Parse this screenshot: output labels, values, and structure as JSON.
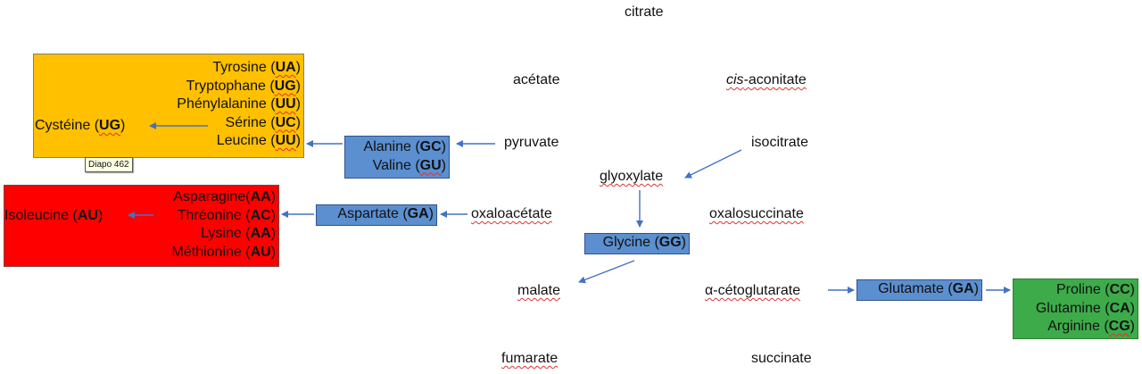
{
  "cycle": {
    "citrate": "citrate",
    "acetate": "acétate",
    "cis_prefix": "cis",
    "cis_aconitate_rest": "-aconitate",
    "pyruvate": "pyruvate",
    "isocitrate": "isocitrate",
    "glyoxylate": "glyoxylate",
    "oxaloacetate": "oxaloacétate",
    "oxalosuccinate": "oxalosuccinate",
    "malate": "malate",
    "alpha_ketoglutarate": "α-cétoglutarate",
    "fumarate": "fumarate",
    "succinate": "succinate"
  },
  "boxes": {
    "orange": {
      "color": "#ffc000",
      "lines": [
        {
          "name": "Tyrosine (",
          "code": "UA"
        },
        {
          "name": "Tryptophane (",
          "code": "UG"
        },
        {
          "name": "Phénylalanine (",
          "code": "UU"
        },
        {
          "name": "Sérine (",
          "code": "UC"
        },
        {
          "name": "Leucine (",
          "code": "UU"
        }
      ],
      "side": {
        "name": "Cystéine (",
        "code": "UG"
      }
    },
    "red": {
      "color": "#ff0000",
      "lines": [
        {
          "name": "Asparagine(",
          "code": "AA"
        },
        {
          "name": "Thréonine (",
          "code": "AC"
        },
        {
          "name": "Lysine (",
          "code": "AA"
        },
        {
          "name": "Méthionine (",
          "code": "AU"
        }
      ],
      "side": {
        "name": "Isoleucine (",
        "code": "AU"
      }
    },
    "alanine_valine": {
      "color": "#5b8fd0",
      "lines": [
        {
          "name": "Alanine (",
          "code": "GC"
        },
        {
          "name": "Valine (",
          "code": "GU"
        }
      ]
    },
    "aspartate": {
      "color": "#5b8fd0",
      "name": "Aspartate (",
      "code": "GA"
    },
    "glycine": {
      "color": "#5b8fd0",
      "name": "Glycine (",
      "code": "GG"
    },
    "glutamate": {
      "color": "#5b8fd0",
      "name": "Glutamate (",
      "code": "GA"
    },
    "green": {
      "color": "#3dab4a",
      "lines": [
        {
          "name": "Proline (",
          "code": "CC"
        },
        {
          "name": "Glutamine (",
          "code": "CA"
        },
        {
          "name": "Arginine (",
          "code": "CG"
        }
      ]
    }
  },
  "close_paren": ")",
  "tooltip": "Diapo 462",
  "arrow_color": "#4472c4"
}
